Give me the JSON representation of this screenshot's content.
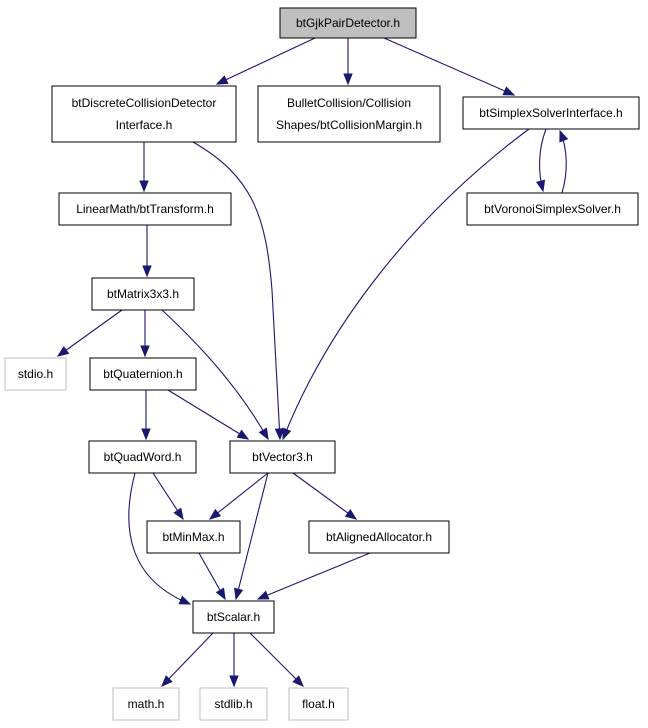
{
  "nodes": [
    {
      "id": "gjk",
      "lines": [
        "btGjkPairDetector.h"
      ],
      "style": "current"
    },
    {
      "id": "discrete",
      "lines": [
        "btDiscreteCollisionDetector",
        "Interface.h"
      ],
      "style": "normal"
    },
    {
      "id": "margin",
      "lines": [
        "BulletCollision/Collision",
        "Shapes/btCollisionMargin.h"
      ],
      "style": "normal"
    },
    {
      "id": "simplexiface",
      "lines": [
        "btSimplexSolverInterface.h"
      ],
      "style": "normal"
    },
    {
      "id": "voronoi",
      "lines": [
        "btVoronoiSimplexSolver.h"
      ],
      "style": "normal"
    },
    {
      "id": "transform",
      "lines": [
        "LinearMath/btTransform.h"
      ],
      "style": "normal"
    },
    {
      "id": "matrix",
      "lines": [
        "btMatrix3x3.h"
      ],
      "style": "normal"
    },
    {
      "id": "stdio",
      "lines": [
        "stdio.h"
      ],
      "style": "external"
    },
    {
      "id": "quaternion",
      "lines": [
        "btQuaternion.h"
      ],
      "style": "normal"
    },
    {
      "id": "quadword",
      "lines": [
        "btQuadWord.h"
      ],
      "style": "normal"
    },
    {
      "id": "vector3",
      "lines": [
        "btVector3.h"
      ],
      "style": "normal"
    },
    {
      "id": "minmax",
      "lines": [
        "btMinMax.h"
      ],
      "style": "normal"
    },
    {
      "id": "aligned",
      "lines": [
        "btAlignedAllocator.h"
      ],
      "style": "normal"
    },
    {
      "id": "scalar",
      "lines": [
        "btScalar.h"
      ],
      "style": "normal"
    },
    {
      "id": "math",
      "lines": [
        "math.h"
      ],
      "style": "external"
    },
    {
      "id": "stdlib",
      "lines": [
        "stdlib.h"
      ],
      "style": "external"
    },
    {
      "id": "float",
      "lines": [
        "float.h"
      ],
      "style": "external"
    }
  ],
  "edges": [
    {
      "from": "gjk",
      "to": "discrete"
    },
    {
      "from": "gjk",
      "to": "margin"
    },
    {
      "from": "gjk",
      "to": "simplexiface"
    },
    {
      "from": "discrete",
      "to": "transform"
    },
    {
      "from": "discrete",
      "to": "vector3"
    },
    {
      "from": "simplexiface",
      "to": "vector3"
    },
    {
      "from": "simplexiface",
      "to": "voronoi"
    },
    {
      "from": "voronoi",
      "to": "simplexiface"
    },
    {
      "from": "transform",
      "to": "matrix"
    },
    {
      "from": "matrix",
      "to": "stdio"
    },
    {
      "from": "matrix",
      "to": "quaternion"
    },
    {
      "from": "matrix",
      "to": "vector3"
    },
    {
      "from": "quaternion",
      "to": "quadword"
    },
    {
      "from": "quaternion",
      "to": "vector3"
    },
    {
      "from": "quadword",
      "to": "minmax"
    },
    {
      "from": "quadword",
      "to": "scalar"
    },
    {
      "from": "vector3",
      "to": "minmax"
    },
    {
      "from": "vector3",
      "to": "scalar"
    },
    {
      "from": "vector3",
      "to": "aligned"
    },
    {
      "from": "minmax",
      "to": "scalar"
    },
    {
      "from": "aligned",
      "to": "scalar"
    },
    {
      "from": "scalar",
      "to": "math"
    },
    {
      "from": "scalar",
      "to": "stdlib"
    },
    {
      "from": "scalar",
      "to": "float"
    }
  ],
  "colors": {
    "edge": "#191970",
    "current_fill": "#bfbfbf",
    "normal_border": "#000000",
    "external_border": "#bfbfbf",
    "text": "#000000"
  }
}
